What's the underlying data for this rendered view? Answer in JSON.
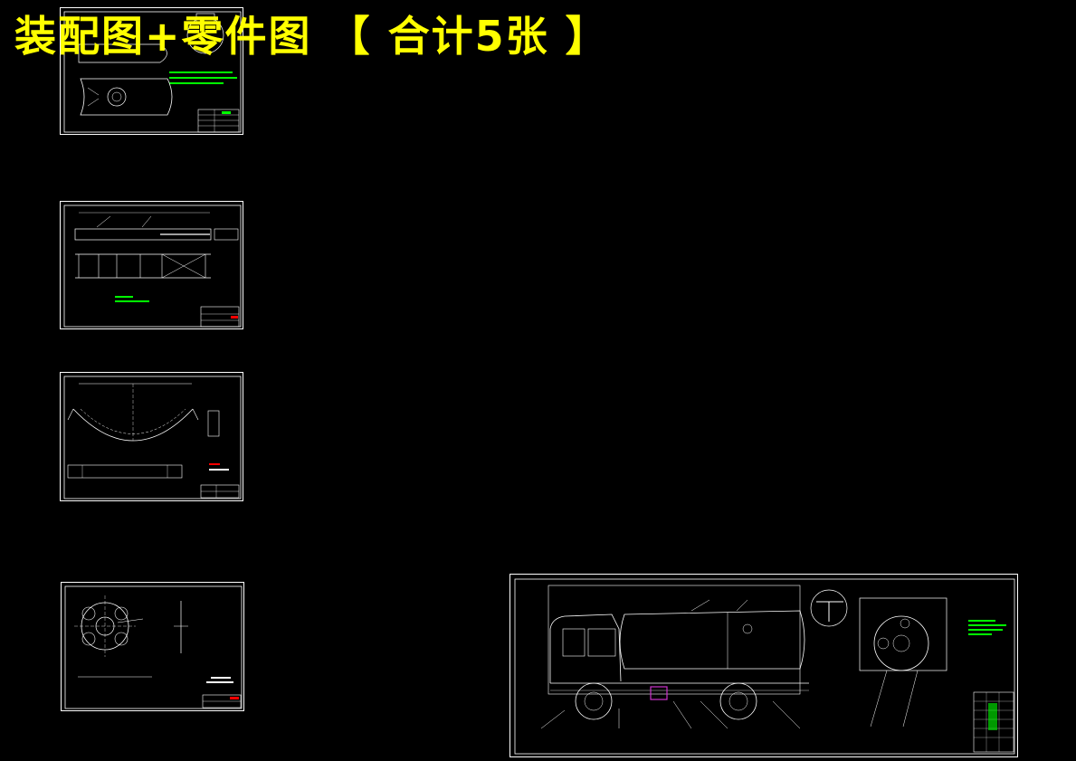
{
  "headline": "装配图+零件图 【  合计5张 】",
  "colors": {
    "background": "#000000",
    "headline": "#ffff00",
    "line": "#ffffff",
    "note": "#00ff00",
    "mark": "#ff0000",
    "accent": "#cc33cc"
  },
  "sheets": [
    {
      "id": "sheet-1",
      "kind": "tank-assembly-drawing"
    },
    {
      "id": "sheet-2",
      "kind": "subframe-drawing"
    },
    {
      "id": "sheet-3",
      "kind": "saddle-part-drawing"
    },
    {
      "id": "sheet-4",
      "kind": "flange-part-drawing"
    },
    {
      "id": "sheet-5",
      "kind": "vehicle-general-assembly-drawing"
    }
  ]
}
